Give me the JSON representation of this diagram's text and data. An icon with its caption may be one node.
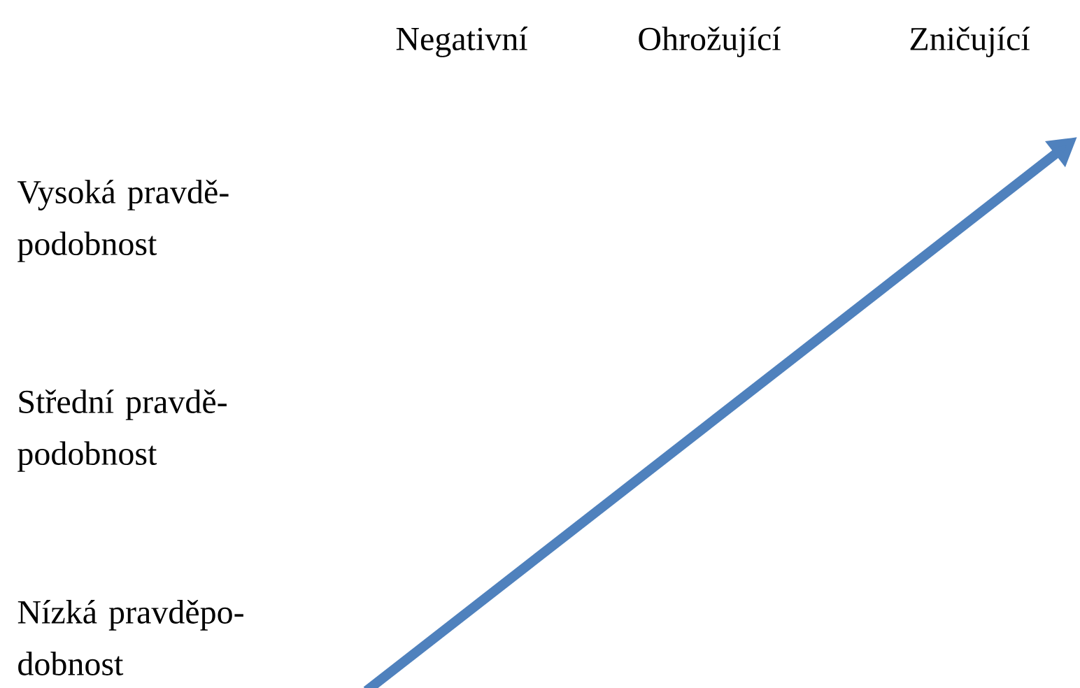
{
  "diagram": {
    "labels": [
      "Negativní",
      "Ohrožující",
      "Zničující",
      "Vysoká pravdě- podobnost",
      "Střední pravdě- podobnost",
      "Nízká pravděpo- dobnost"
    ]
  }
}
